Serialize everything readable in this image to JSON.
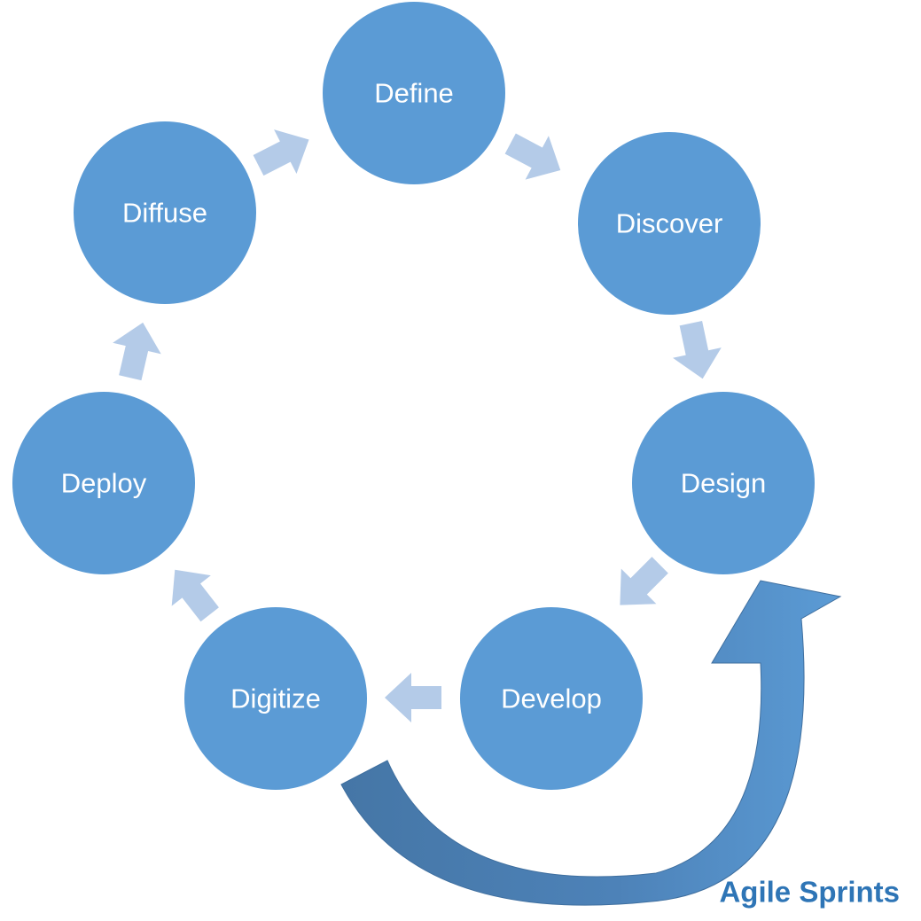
{
  "diagram": {
    "nodes": [
      {
        "id": "define",
        "label": "Define"
      },
      {
        "id": "discover",
        "label": "Discover"
      },
      {
        "id": "design",
        "label": "Design"
      },
      {
        "id": "develop",
        "label": "Develop"
      },
      {
        "id": "digitize",
        "label": "Digitize"
      },
      {
        "id": "deploy",
        "label": "Deploy"
      },
      {
        "id": "diffuse",
        "label": "Diffuse"
      }
    ],
    "cycle_arrows": [
      {
        "from": "define",
        "to": "discover"
      },
      {
        "from": "discover",
        "to": "design"
      },
      {
        "from": "design",
        "to": "develop"
      },
      {
        "from": "develop",
        "to": "digitize"
      },
      {
        "from": "digitize",
        "to": "deploy"
      },
      {
        "from": "deploy",
        "to": "diffuse"
      },
      {
        "from": "diffuse",
        "to": "define"
      }
    ],
    "sprint_arrow": {
      "from": "digitize",
      "to": "design"
    },
    "caption": "Agile Sprints"
  },
  "colors": {
    "node_fill": "#5b9bd5",
    "node_text": "#ffffff",
    "small_arrow": "#b4cbe8",
    "sprint_arrow_light": "#5b9bd5",
    "sprint_arrow_dark": "#4a7aab",
    "caption": "#2e75b6"
  }
}
